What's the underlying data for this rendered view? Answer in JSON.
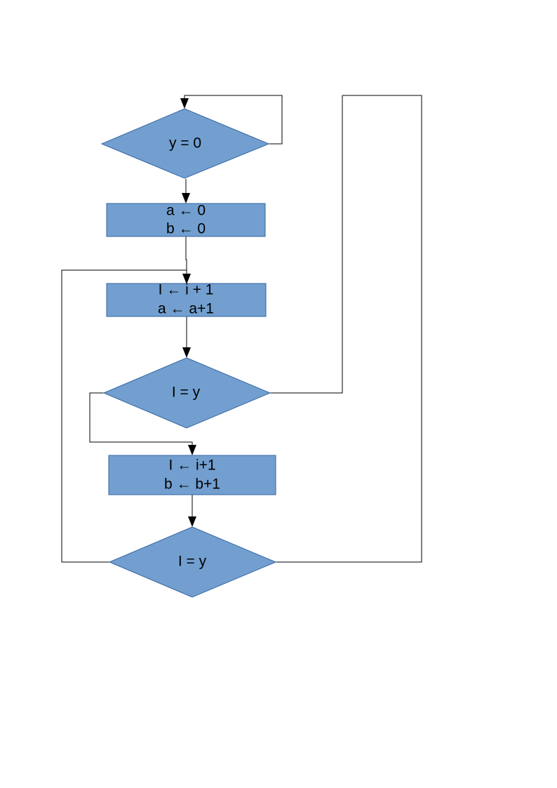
{
  "diagram": {
    "nodes": {
      "cond_y_zero": {
        "text": "y = 0"
      },
      "init": {
        "line1": "a ← 0",
        "line2": "b ← 0"
      },
      "step_a": {
        "line1": "I ← i + 1",
        "line2": "a ← a+1"
      },
      "cond_i_eq_y_1": {
        "text": "I = y"
      },
      "step_b": {
        "line1": "I ← i+1",
        "line2": "b ← b+1"
      },
      "cond_i_eq_y_2": {
        "text": "I = y"
      }
    },
    "colors": {
      "shape_fill": "#729fcf",
      "shape_stroke": "#3465a4",
      "connector": "#000000"
    }
  }
}
